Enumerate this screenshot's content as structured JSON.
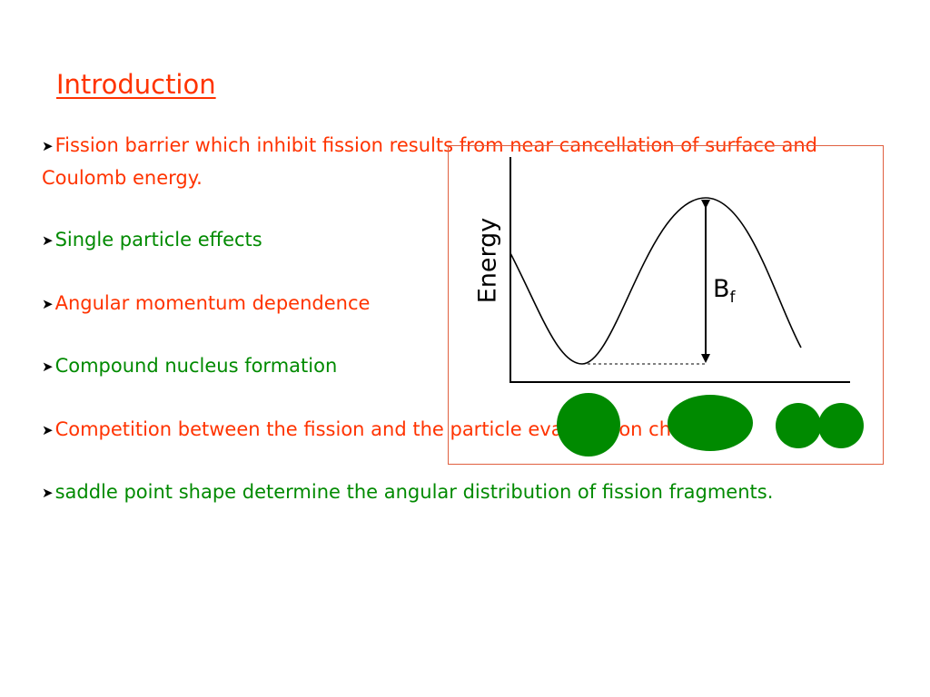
{
  "slide": {
    "title": "Introduction",
    "bullets": [
      {
        "text": "Fission barrier which inhibit fission  results from near cancellation of surface and Coulomb energy.",
        "color": "#ff3300"
      },
      {
        "text": "Single particle effects",
        "color": "#008a00"
      },
      {
        "text": "Angular momentum dependence",
        "color": "#ff3300"
      },
      {
        "text": "Compound nucleus formation",
        "color": "#008a00"
      },
      {
        "text": "Competition between the fission and the particle evaporation channel",
        "color": "#ff3300"
      },
      {
        "text": "saddle point shape determine the angular distribution  of fission fragments.",
        "color": "#008a00"
      }
    ],
    "bullet_icon": "arrowhead-bullet-icon"
  },
  "figure": {
    "y_axis_label": "Energy",
    "barrier_label_main": "B",
    "barrier_label_sub": "f",
    "nucleus_color": "#008a00",
    "shapes": [
      "sphere-icon",
      "ellipsoid-icon",
      "scission-two-spheres-icon"
    ]
  }
}
